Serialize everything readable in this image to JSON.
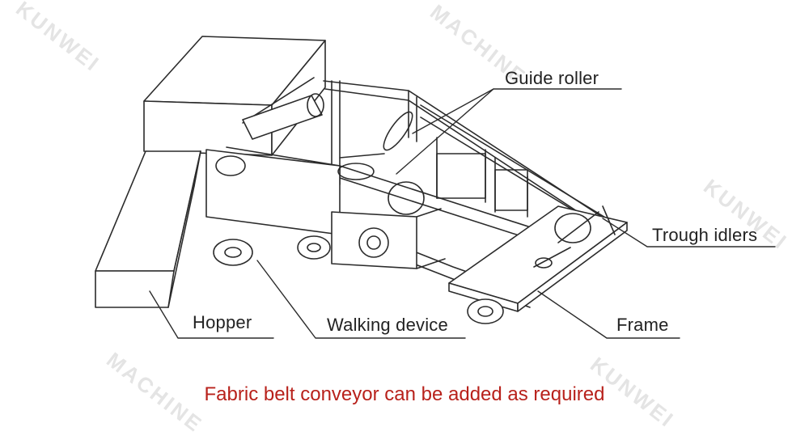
{
  "labels": {
    "guide_roller": "Guide roller",
    "trough_idlers": "Trough idlers",
    "hopper": "Hopper",
    "walking_device": "Walking device",
    "frame": "Frame"
  },
  "note": {
    "text": "Fabric belt conveyor can be added as required",
    "color": "#b8211b"
  },
  "watermark": {
    "brand": "KUNWEI",
    "word": "MACHINE"
  },
  "colors": {
    "line": "#2b2b2b",
    "watermark": "#e4e4e4"
  }
}
